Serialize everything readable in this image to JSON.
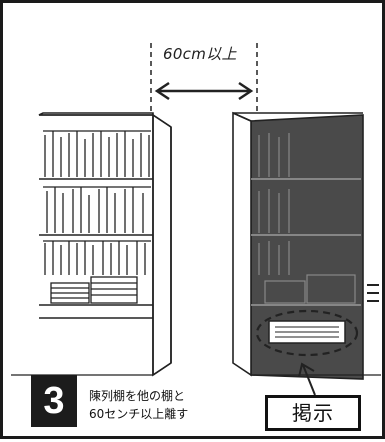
{
  "measurement": {
    "label": "60cm以上"
  },
  "step": {
    "number": "3"
  },
  "caption": {
    "line1": "陳列棚を他の棚と",
    "line2": "60センチ以上離す"
  },
  "sign": {
    "label": "掲示"
  },
  "colors": {
    "shadow": "#4a4a4a",
    "ink": "#1a1a1a",
    "panel": "#ffffff"
  }
}
